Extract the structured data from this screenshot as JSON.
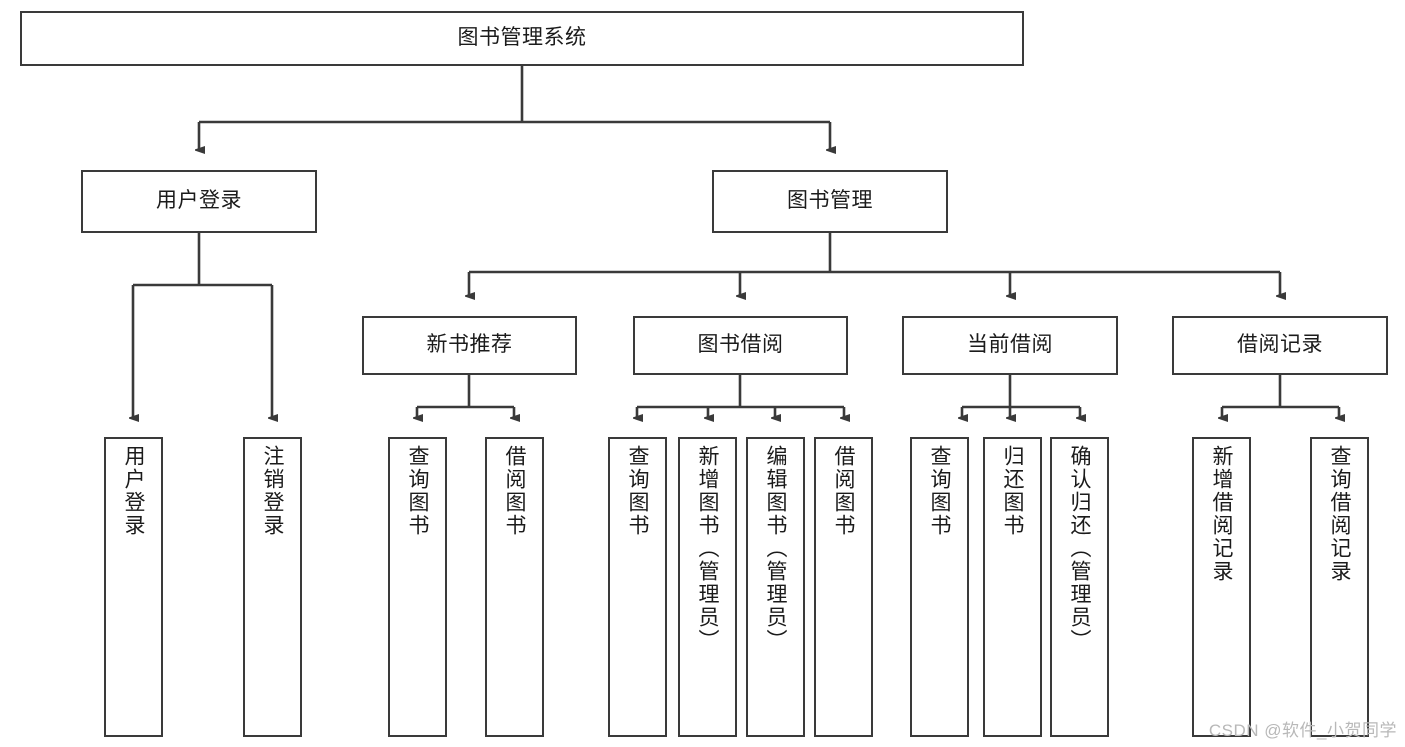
{
  "diagram": {
    "title": "图书管理系统",
    "watermark": "CSDN @软件_小贺同学",
    "theme": {
      "background": "#ffffff",
      "node_border": "#3a3a3a",
      "node_fill": "#ffffff",
      "text": "#1b1b1b",
      "connector": "#3a3a3a",
      "watermark_color": "#b8b8b8"
    },
    "root": {
      "label": "图书管理系统"
    },
    "level2": [
      {
        "label": "用户登录"
      },
      {
        "label": "图书管理"
      }
    ],
    "level3": [
      {
        "label": "新书推荐"
      },
      {
        "label": "图书借阅"
      },
      {
        "label": "当前借阅"
      },
      {
        "label": "借阅记录"
      }
    ],
    "leaves": {
      "user_login": [
        {
          "label": "用户登录"
        },
        {
          "label": "注销登录"
        }
      ],
      "new_book": [
        {
          "label": "查询图书"
        },
        {
          "label": "借阅图书"
        }
      ],
      "book_borrow": [
        {
          "label": "查询图书"
        },
        {
          "label": "新增图书（管理员）"
        },
        {
          "label": "编辑图书（管理员）"
        },
        {
          "label": "借阅图书"
        }
      ],
      "current_borrow": [
        {
          "label": "查询图书"
        },
        {
          "label": "归还图书"
        },
        {
          "label": "确认归还（管理员）"
        }
      ],
      "borrow_record": [
        {
          "label": "新增借阅记录"
        },
        {
          "label": "查询借阅记录"
        }
      ]
    }
  }
}
